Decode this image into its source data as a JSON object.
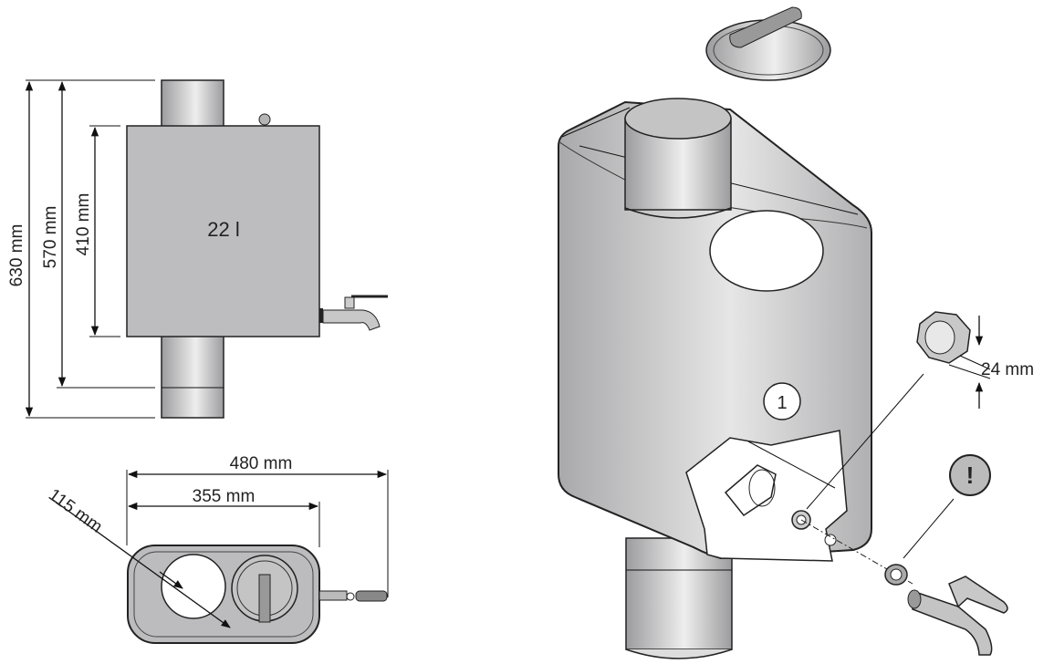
{
  "side_view": {
    "volume_label": "22 l",
    "dim_total": "630 mm",
    "dim_to_ring": "570 mm",
    "dim_tank": "410 mm"
  },
  "top_view": {
    "dim_width_total": "480 mm",
    "dim_width_tank": "355 mm",
    "dim_pipe_diameter": "115 mm"
  },
  "exploded_view": {
    "callout_number": "1",
    "nut_dim": "24 mm",
    "warning_symbol": "!"
  },
  "colors": {
    "metal": "#bfbfc1",
    "metal_dark": "#a8a8aa",
    "line": "#222222"
  }
}
